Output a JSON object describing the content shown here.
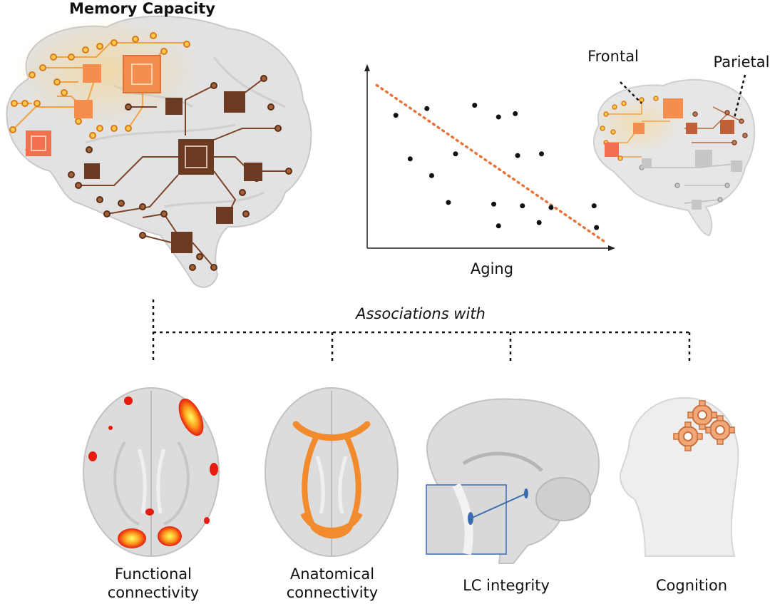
{
  "title": "Memory Capacity",
  "plot": {
    "xlabel": "Aging",
    "points": [
      [
        0.12,
        0.78
      ],
      [
        0.25,
        0.82
      ],
      [
        0.45,
        0.84
      ],
      [
        0.55,
        0.77
      ],
      [
        0.62,
        0.79
      ],
      [
        0.18,
        0.52
      ],
      [
        0.37,
        0.55
      ],
      [
        0.63,
        0.54
      ],
      [
        0.73,
        0.55
      ],
      [
        0.27,
        0.42
      ],
      [
        0.34,
        0.26
      ],
      [
        0.53,
        0.25
      ],
      [
        0.65,
        0.24
      ],
      [
        0.77,
        0.23
      ],
      [
        0.95,
        0.24
      ],
      [
        0.55,
        0.12
      ],
      [
        0.72,
        0.14
      ],
      [
        0.96,
        0.11
      ]
    ],
    "trend": [
      [
        0.04,
        0.96
      ],
      [
        0.99,
        0.03
      ]
    ]
  },
  "regions": {
    "frontal": "Frontal",
    "parietal": "Parietal"
  },
  "associations": "Associations with",
  "items": [
    {
      "line1": "Functional",
      "line2": "connectivity"
    },
    {
      "line1": "Anatomical",
      "line2": "connectivity"
    },
    {
      "line1": "LC integrity",
      "line2": ""
    },
    {
      "line1": "Cognition",
      "line2": ""
    }
  ],
  "colors": {
    "light_orange": "#f5a04a",
    "dark_orange": "#e5733a",
    "brown": "#6b3a22",
    "brain_gray": "#dedede",
    "trend": "#e5733a"
  }
}
